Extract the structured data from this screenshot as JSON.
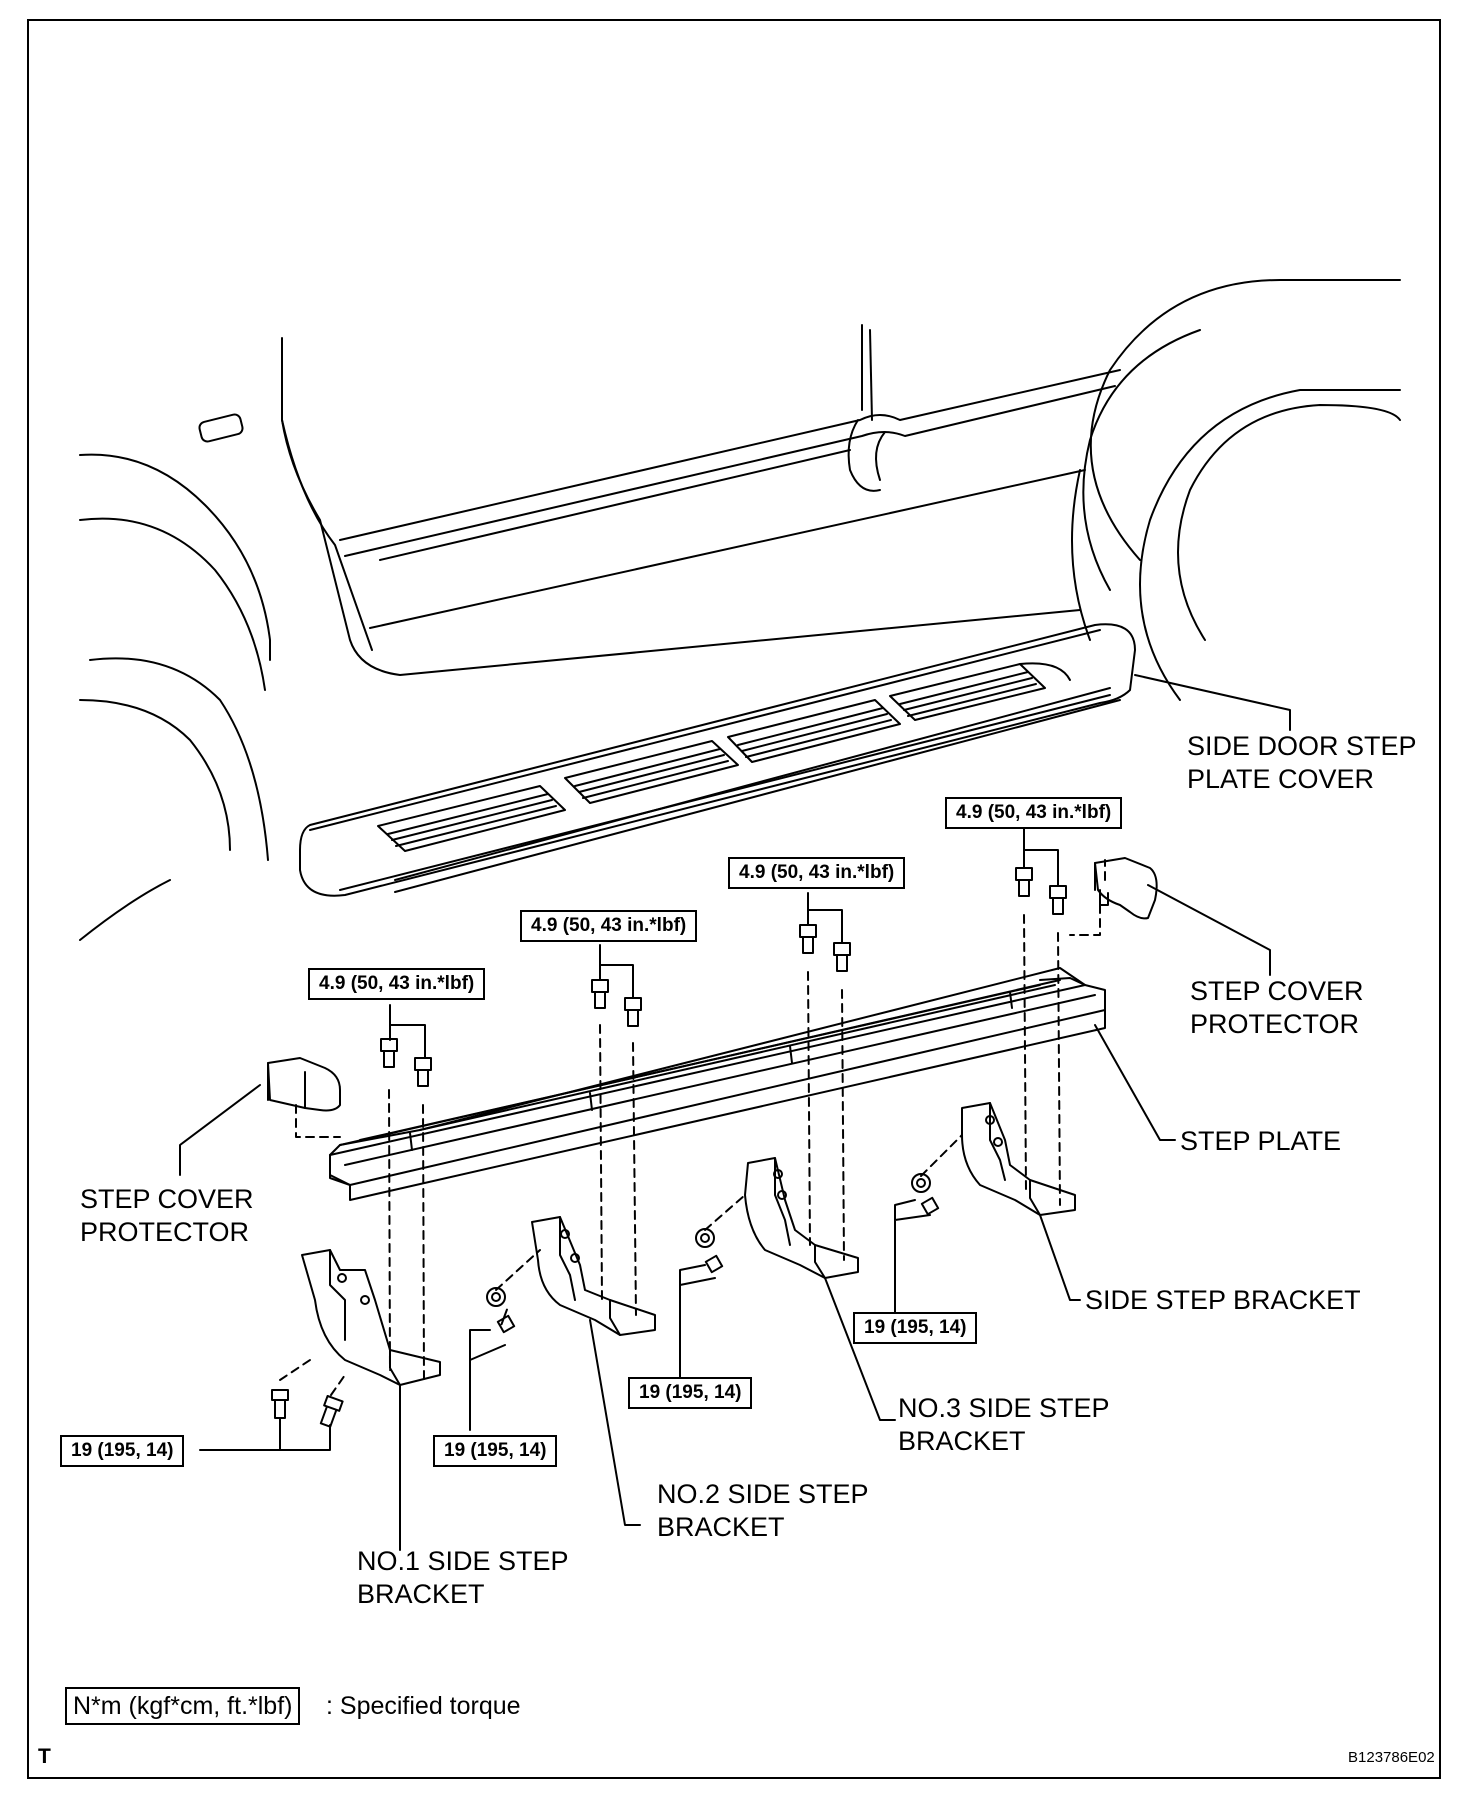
{
  "labels": {
    "side_door_step_plate_cover": "SIDE DOOR STEP\nPLATE COVER",
    "step_cover_protector_right": "STEP COVER\nPROTECTOR",
    "step_cover_protector_left": "STEP COVER\nPROTECTOR",
    "step_plate": "STEP PLATE",
    "side_step_bracket": "SIDE STEP BRACKET",
    "no3_side_step_bracket": "NO.3 SIDE STEP\nBRACKET",
    "no2_side_step_bracket": "NO.2 SIDE STEP\nBRACKET",
    "no1_side_step_bracket": "NO.1 SIDE STEP\nBRACKET"
  },
  "torques": {
    "plate_bolt_1": "4.9 (50, 43 in.*lbf)",
    "plate_bolt_2": "4.9 (50, 43 in.*lbf)",
    "plate_bolt_3": "4.9 (50, 43 in.*lbf)",
    "plate_bolt_4": "4.9 (50, 43 in.*lbf)",
    "bracket_bolt_1": "19 (195, 14)",
    "bracket_bolt_2": "19 (195, 14)",
    "bracket_bolt_3": "19 (195, 14)",
    "bracket_bolt_4": "19 (195, 14)"
  },
  "legend": {
    "unit": "N*m (kgf*cm, ft.*lbf)",
    "description": ": Specified torque"
  },
  "corner": {
    "left_mark": "T",
    "figure_code": "B123786E02"
  }
}
